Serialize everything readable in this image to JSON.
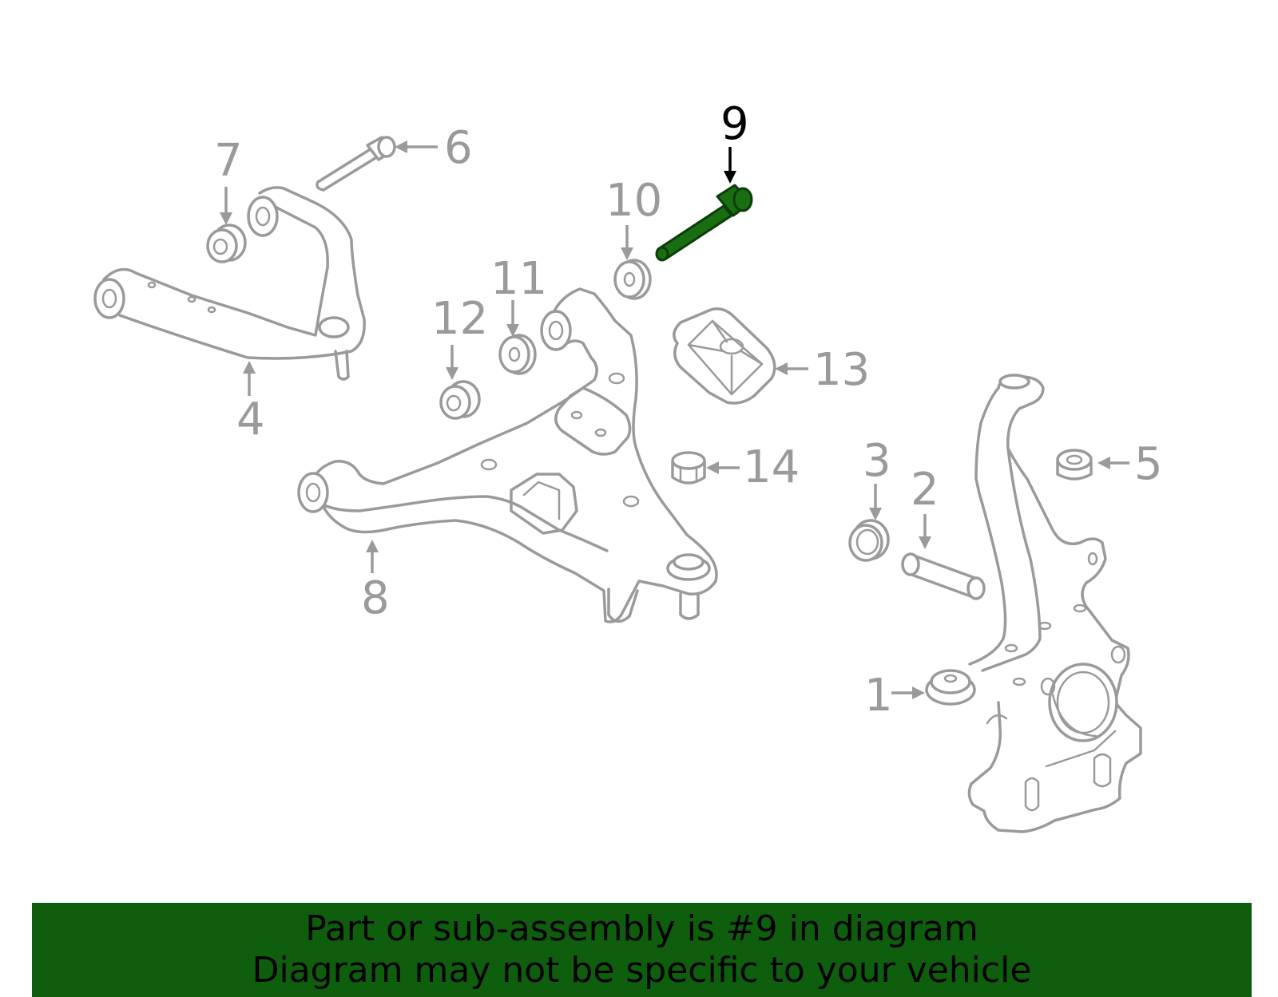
{
  "callouts": {
    "c1": "1",
    "c2": "2",
    "c3": "3",
    "c4": "4",
    "c5": "5",
    "c6": "6",
    "c7": "7",
    "c8": "8",
    "c9": "9",
    "c10": "10",
    "c11": "11",
    "c12": "12",
    "c13": "13",
    "c14": "14"
  },
  "highlight": {
    "part_number": "9",
    "color": "#1a6e12"
  },
  "colors": {
    "part_stroke": "#9a9a9a",
    "banner_bg": "#0e5e0e",
    "callout_highlight": "#000000"
  },
  "banner": {
    "line1": "Part or sub-assembly is #9 in diagram",
    "line2": "Diagram may not be specific to your vehicle"
  }
}
